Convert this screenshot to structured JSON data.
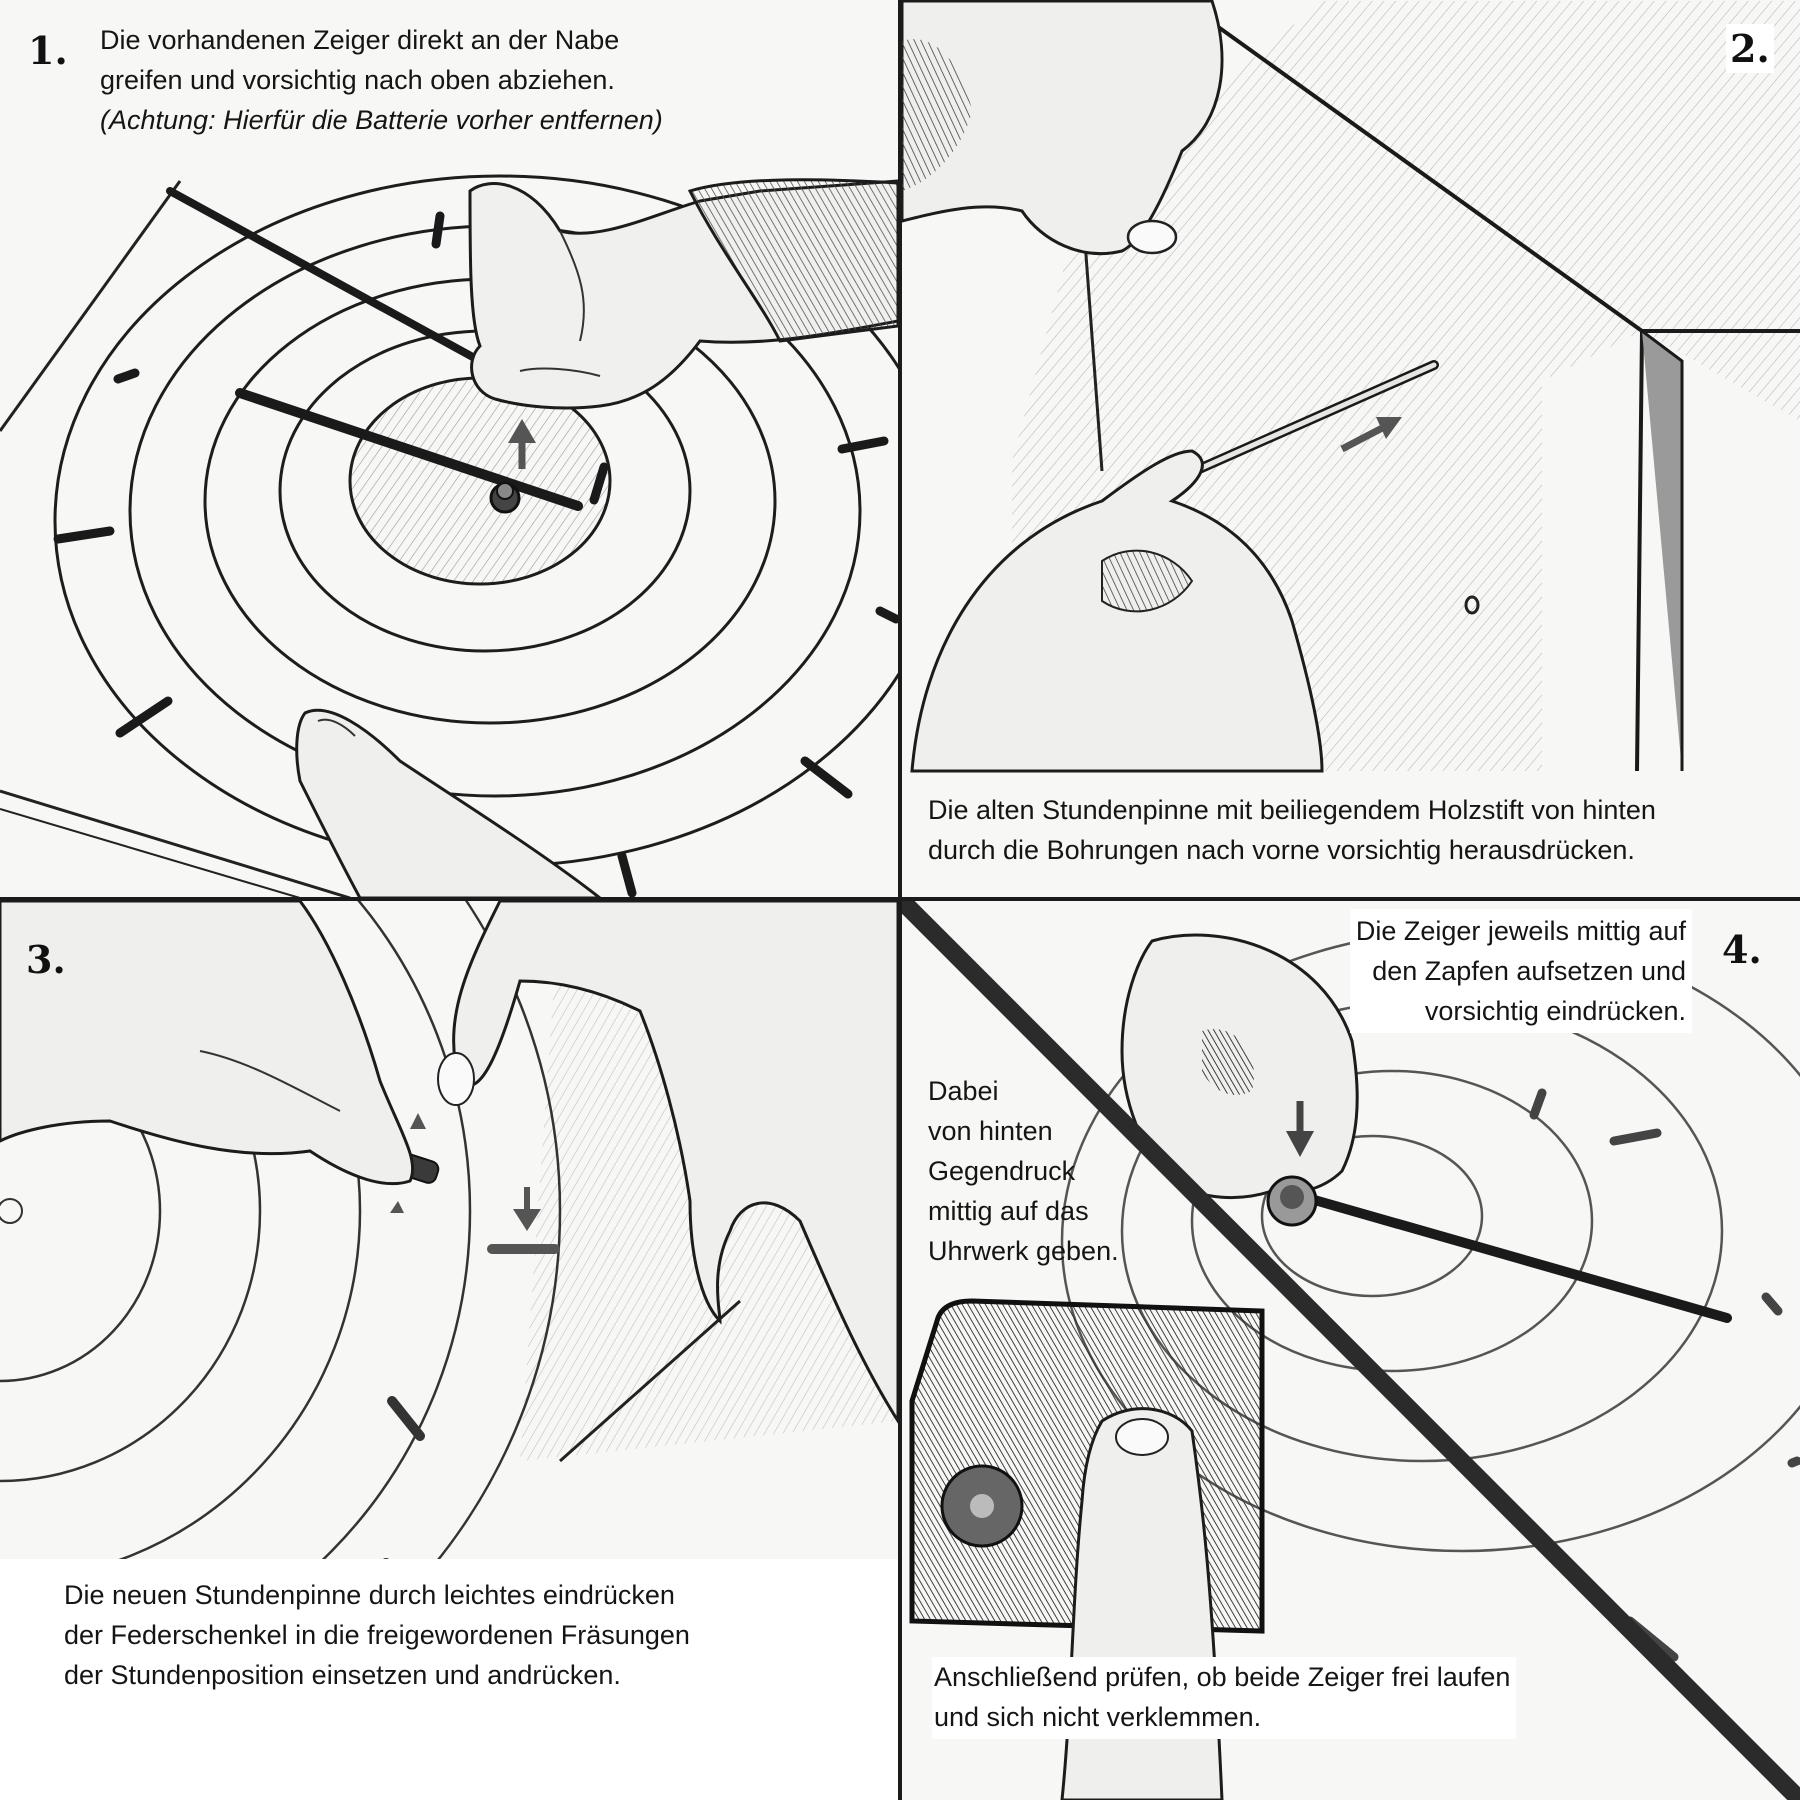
{
  "steps": [
    {
      "number": "1.",
      "lines": [
        "Die vorhandenen Zeiger direkt an der Nabe",
        "greifen und vorsichtig nach oben abziehen."
      ],
      "note": "(Achtung: Hierfür die Batterie vorher entfernen)",
      "icons": [
        "clock-face",
        "hand",
        "clock-hand",
        "arrow-up"
      ]
    },
    {
      "number": "2.",
      "lines": [
        "Die alten Stundenpinne mit beiliegendem Holzstift von hinten",
        "durch die Bohrungen nach vorne vorsichtig herausdrücken."
      ],
      "icons": [
        "clock-back-panel",
        "hand",
        "wooden-pin",
        "arrow-diagonal"
      ]
    },
    {
      "number": "3.",
      "lines": [
        "Die neuen Stundenpinne durch leichtes eindrücken",
        "der Federschenkel in die freigewordenen Fräsungen",
        "der Stundenposition einsetzen und andrücken."
      ],
      "icons": [
        "clock-face",
        "hand",
        "hour-marker",
        "arrow-down"
      ]
    },
    {
      "number": "4.",
      "lines": [
        "Die Zeiger jeweils mittig auf",
        "den Zapfen aufsetzen und",
        "vorsichtig eindrücken."
      ],
      "side_lines": [
        "Dabei",
        "von hinten",
        "Gegendruck",
        "mittig auf das",
        "Uhrwerk geben."
      ],
      "footer_lines": [
        "Anschließend prüfen, ob beide Zeiger frei laufen",
        "und sich nicht verklemmen."
      ],
      "icons": [
        "clock-face",
        "hand",
        "clock-movement",
        "clock-hand",
        "arrow-down"
      ]
    }
  ],
  "colors": {
    "ink": "#1b1b1b",
    "paper": "#f7f7f5",
    "arrow": "#555555"
  }
}
